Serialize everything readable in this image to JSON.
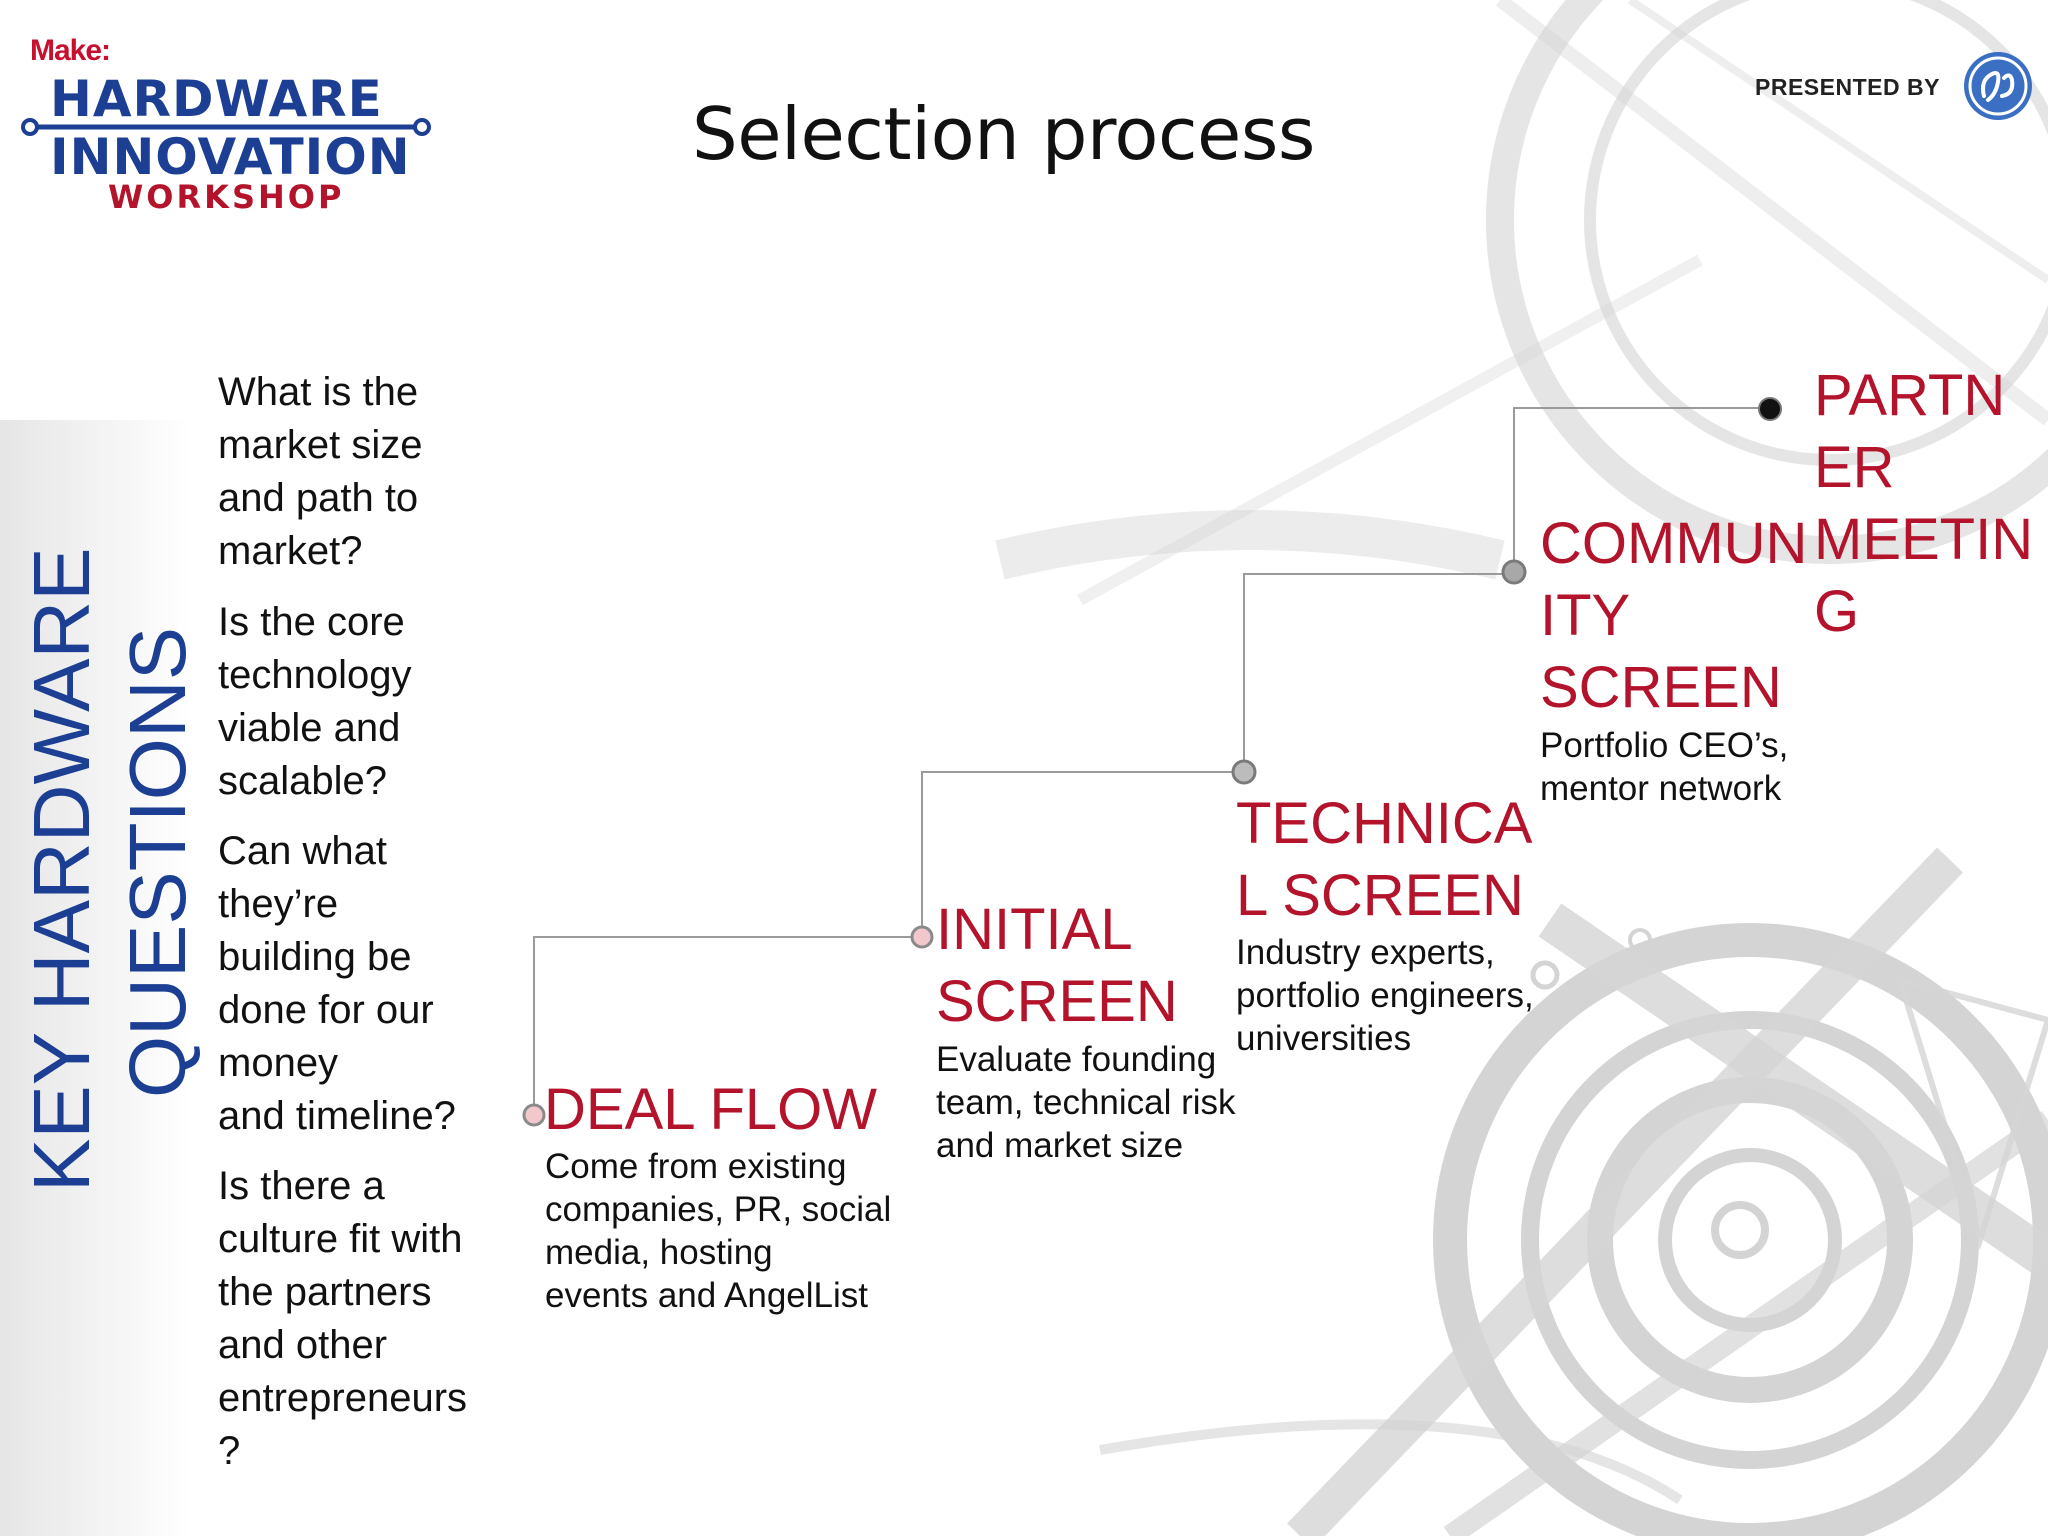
{
  "logo": {
    "make": "Make:",
    "line1": "HARDWARE",
    "line2": "INNOVATION",
    "line3": "WORKSHOP"
  },
  "sponsor": {
    "presented_by": "PRESENTED BY",
    "brand_color": "#3b6fc4"
  },
  "title": "Selection process",
  "side_heading": {
    "line1": "KEY HARDWARE",
    "line2": "QUESTIONS"
  },
  "questions": [
    [
      "What is the",
      "market size",
      "and path to",
      "market?"
    ],
    [
      "Is the core",
      "technology",
      "viable and",
      "scalable?"
    ],
    [
      "Can what",
      "they’re",
      "building be",
      "done for our",
      "money",
      "and timeline?"
    ],
    [
      "Is there a",
      "culture fit  with",
      "the partners",
      "and other",
      "entrepreneurs",
      "?"
    ]
  ],
  "stages": [
    {
      "title": [
        "DEAL FLOW"
      ],
      "desc": [
        "Come from existing",
        "companies, PR, social",
        "media, hosting",
        "events and AngelList"
      ]
    },
    {
      "title": [
        "INITIAL",
        "SCREEN"
      ],
      "desc": [
        "Evaluate founding",
        "team, technical risk",
        "and market size"
      ]
    },
    {
      "title": [
        "TECHNICA",
        "L SCREEN"
      ],
      "desc": [
        "Industry experts,",
        "portfolio engineers,",
        "universities"
      ]
    },
    {
      "title": [
        "COMMUN",
        "ITY",
        "SCREEN"
      ],
      "desc": [
        "Portfolio CEO’s,",
        "mentor network"
      ]
    },
    {
      "title": [
        "PARTN",
        "ER",
        "MEETIN",
        "G"
      ],
      "desc": []
    }
  ],
  "colors": {
    "stage_red": "#b3132b",
    "heading_blue": "#1c3f94",
    "connector_gray": "#999999"
  }
}
